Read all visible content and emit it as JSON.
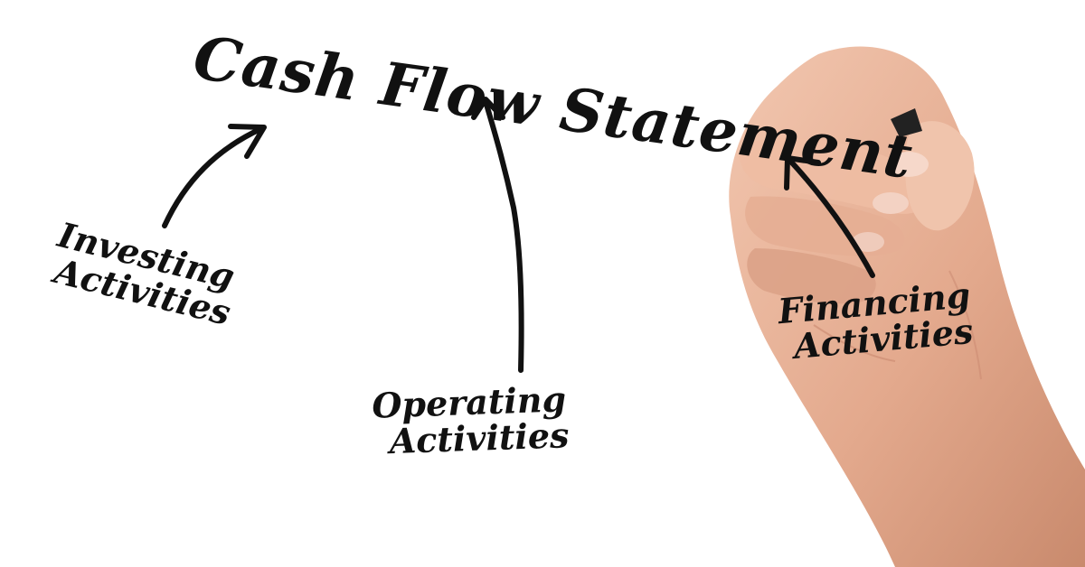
{
  "diagram": {
    "title": "Cash Flow Statement",
    "labels": {
      "investing": {
        "line1": "Investing",
        "line2": "Activities"
      },
      "operating": {
        "line1": "Operating",
        "line2": "Activities"
      },
      "financing": {
        "line1": "Financing",
        "line2": "Activities"
      }
    }
  },
  "colors": {
    "ink": "#111111",
    "background": "#ffffff",
    "skin": "#e8b49a"
  }
}
